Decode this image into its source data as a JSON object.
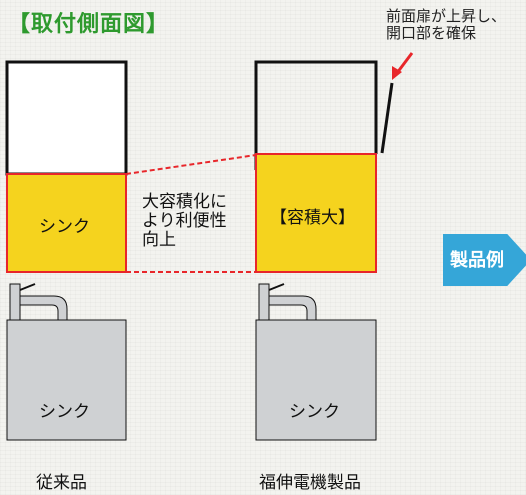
{
  "title": "【取付側面図】",
  "note": {
    "line1": "前面扉が上昇し、",
    "line2": "開口部を確保"
  },
  "left": {
    "sink_label": "シンク",
    "cabinet_label": "シンク",
    "caption": "従来品"
  },
  "right": {
    "sink_label": "【容積大】",
    "cabinet_label": "シンク",
    "caption": "福伸電機製品"
  },
  "middle": {
    "line1": "大容積化に",
    "line2": "より利便性",
    "line3": "向上"
  },
  "example_tab": "製品例",
  "colors": {
    "title_green": "#2e9a2e",
    "sink_yellow": "#f5d31e",
    "outline_red": "#e8262a",
    "cabinet_gray": "#cfd1d3",
    "tab_blue": "#35a6d8"
  }
}
